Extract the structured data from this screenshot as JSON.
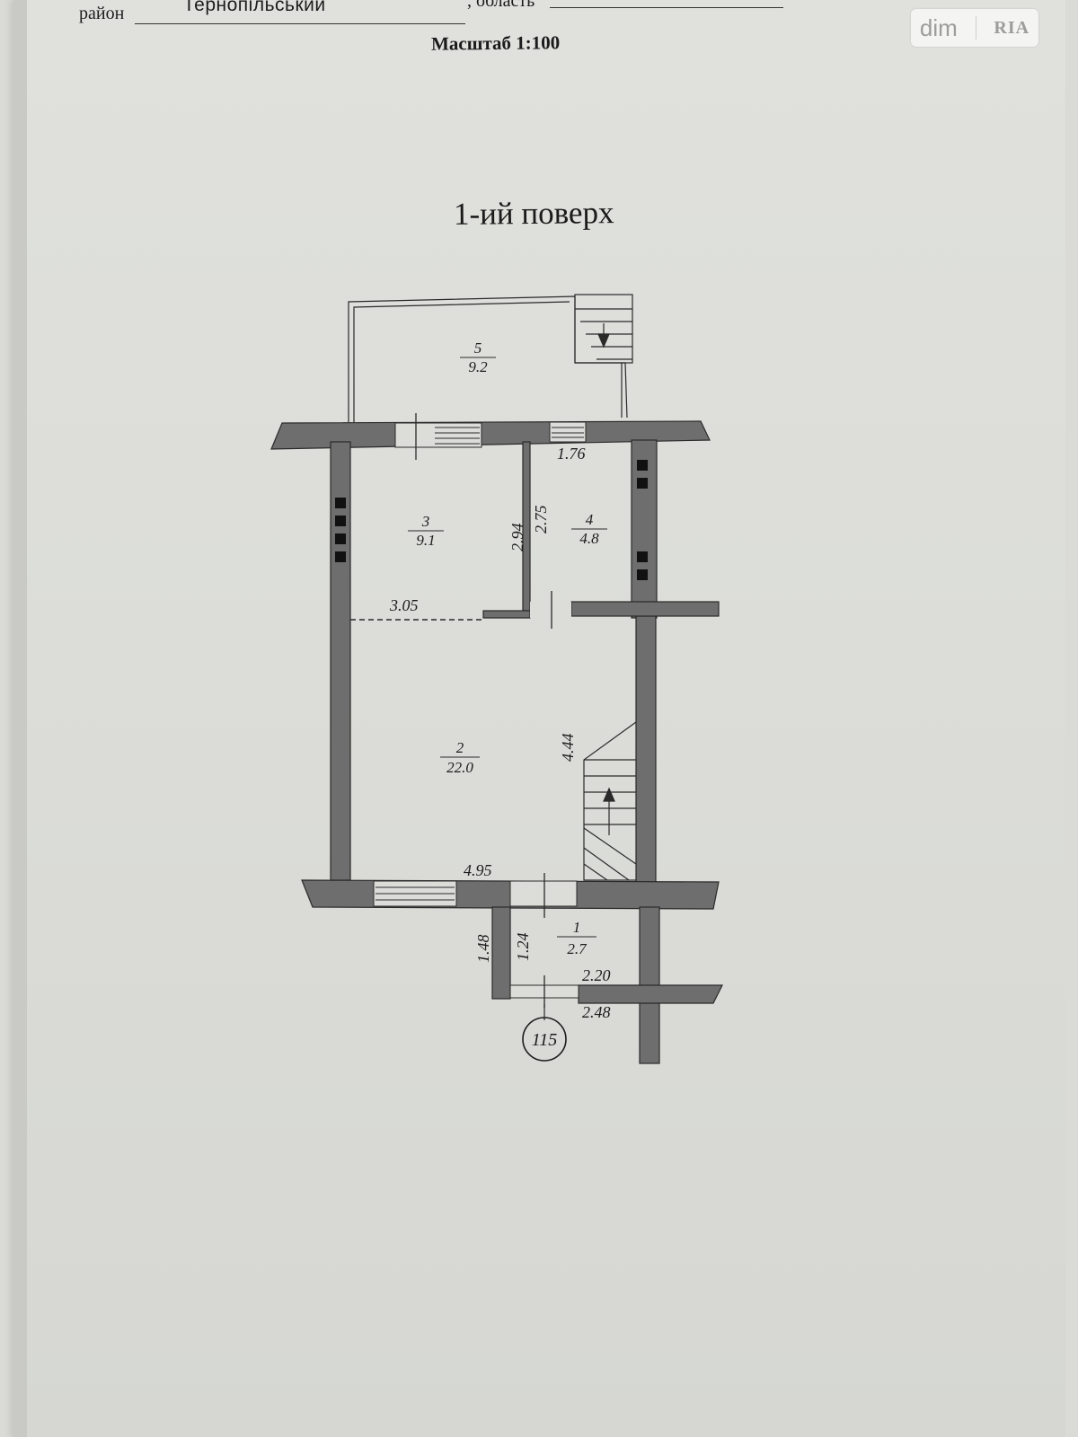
{
  "header": {
    "district_label": "район",
    "district_value": "Тернопільський",
    "region_label": ", область"
  },
  "scale_text": "Масштаб 1:100",
  "floor_title": "1-ий поверх",
  "watermark": {
    "left": "dim",
    "right": "RIA"
  },
  "rooms": [
    {
      "id": "5",
      "area": "9.2"
    },
    {
      "id": "3",
      "area": "9.1"
    },
    {
      "id": "4",
      "area": "4.8"
    },
    {
      "id": "2",
      "area": "22.0"
    },
    {
      "id": "1",
      "area": "2.7"
    }
  ],
  "dimensions": {
    "d176": "1.76",
    "d294": "2.94",
    "d275": "2.75",
    "d305": "3.05",
    "d444": "4.44",
    "d495": "4.95",
    "d148": "1.48",
    "d124": "1.24",
    "d220": "2.20",
    "d248": "2.48"
  },
  "building_number": "115",
  "colors": {
    "wall": "#6e6e6e",
    "line": "#2a2a2a",
    "paper": "#dcddd9"
  }
}
